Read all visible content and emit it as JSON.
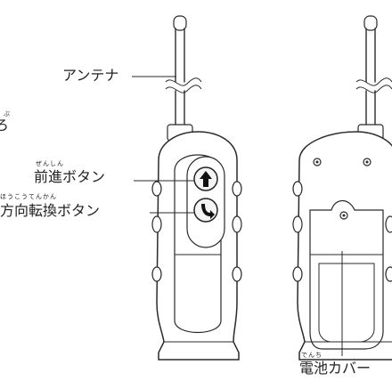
{
  "labels": {
    "antenna": "アンテナ",
    "forward_button": "前進ボタン",
    "forward_button_ruby": "ぜんしん",
    "turn_button": "方向転換ボタン",
    "turn_button_ruby": "ほうこうてんかん",
    "battery_cover": "電池カバー",
    "battery_cover_ruby": "でんち",
    "cutoff_left_char": "ろ",
    "cutoff_left_ruby": "ぶ"
  },
  "icons": {
    "forward": "arrow-up-icon",
    "turn": "turn-arrow-icon"
  },
  "colors": {
    "line": "#2a2a2a",
    "background": "#ffffff"
  }
}
